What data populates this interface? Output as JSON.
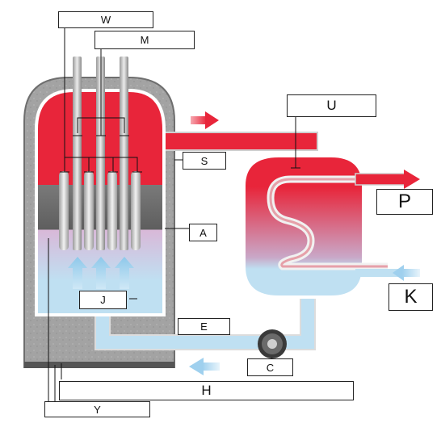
{
  "labels": {
    "W": "W",
    "M": "M",
    "U": "U",
    "S": "S",
    "A": "A",
    "P": "P",
    "K": "K",
    "J": "J",
    "E": "E",
    "C": "C",
    "H": "H",
    "Y": "Y"
  },
  "colors": {
    "hot": "#e8253a",
    "cold": "#b8def2",
    "shield": "#9a9a9a",
    "core": "#6a6a6a"
  }
}
